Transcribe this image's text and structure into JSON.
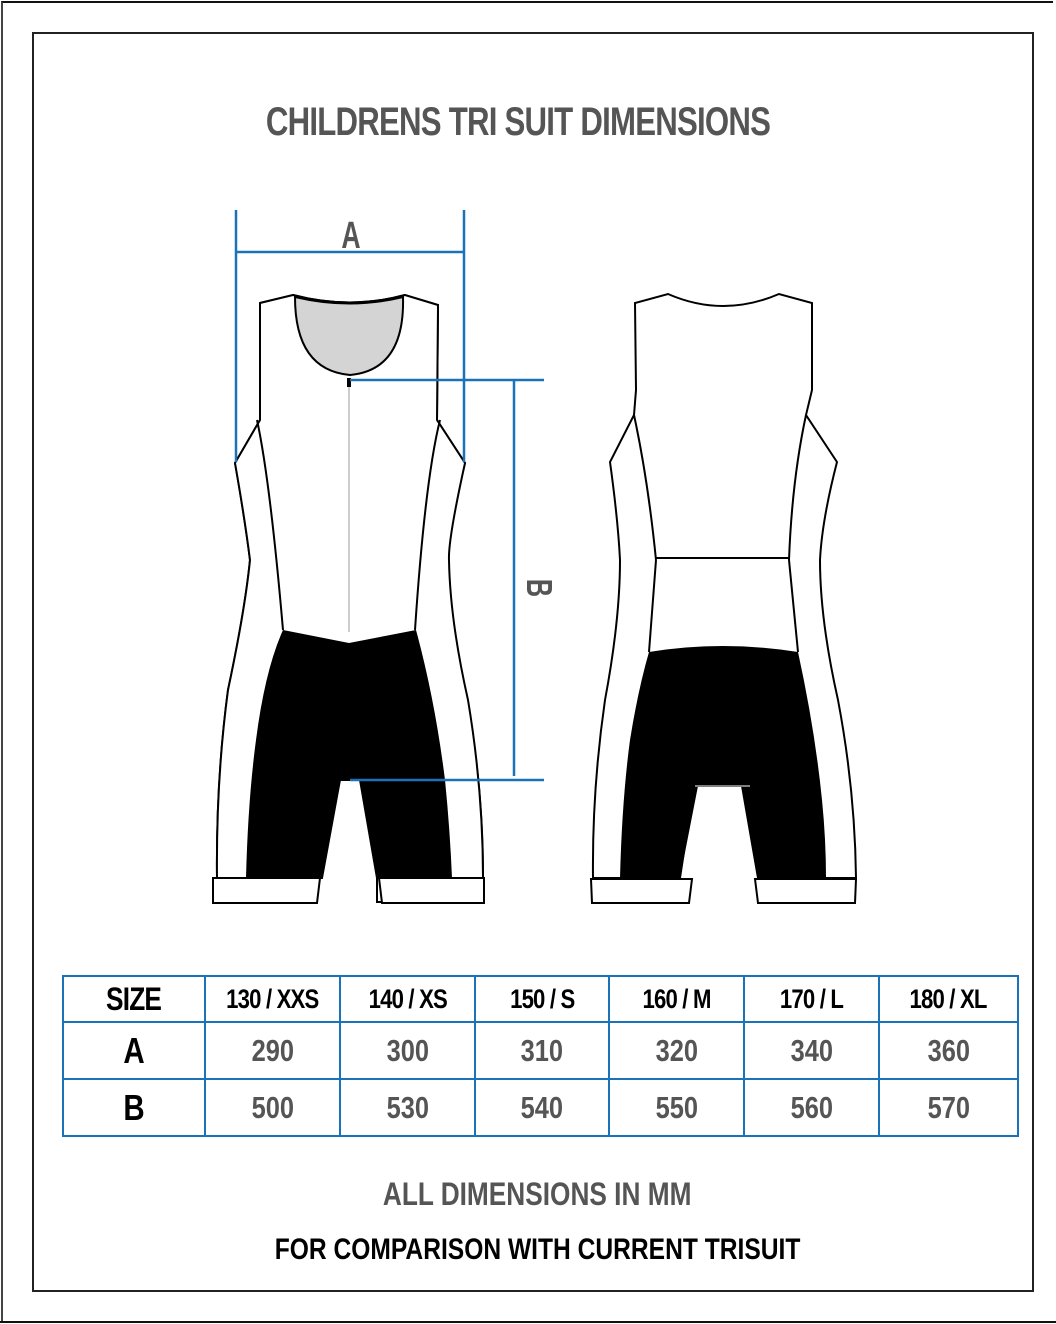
{
  "title": "CHILDRENS TRI SUIT DIMENSIONS",
  "diagram": {
    "measure_a_label": "A",
    "measure_b_label": "B",
    "views": [
      "front",
      "back"
    ],
    "colors": {
      "dimension_line": "#1a73b8",
      "outline": "#000000",
      "shorts_panel": "#000000",
      "neck_panel": "#d4d4d4",
      "label_text": "#555555"
    }
  },
  "table": {
    "header_label": "SIZE",
    "sizes": [
      "130 / XXS",
      "140 / XS",
      "150 / S",
      "160 / M",
      "170 / L",
      "180 / XL"
    ],
    "rows": [
      {
        "label": "A",
        "values": [
          "290",
          "300",
          "310",
          "320",
          "340",
          "360"
        ]
      },
      {
        "label": "B",
        "values": [
          "500",
          "530",
          "540",
          "550",
          "560",
          "570"
        ]
      }
    ],
    "border_color": "#1a73b8"
  },
  "notes": {
    "units": "ALL DIMENSIONS IN MM",
    "comparison": "FOR COMPARISON WITH CURRENT TRISUIT"
  }
}
